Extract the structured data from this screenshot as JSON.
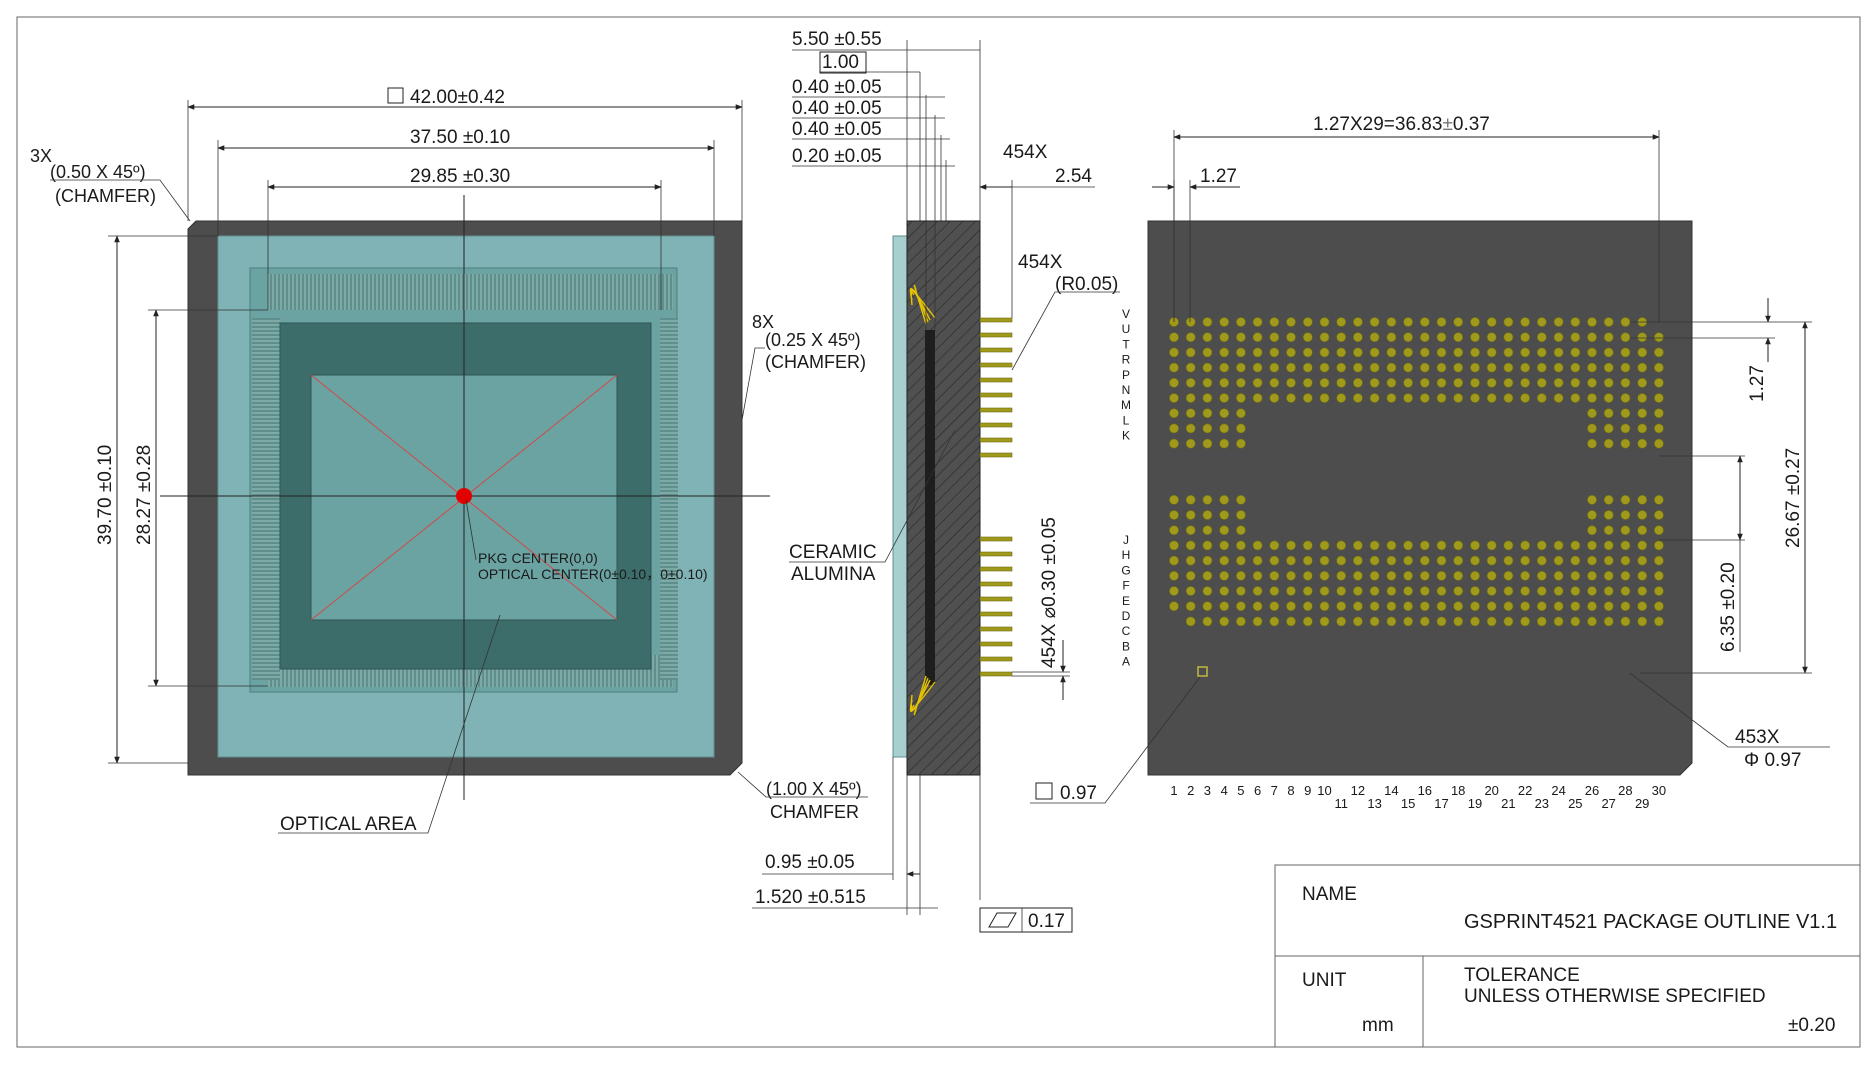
{
  "colors": {
    "package_body": "#4d4d4d",
    "glass": "#7fb3b5",
    "die": "#3d6d6b",
    "optical_area": "#6aa3a1",
    "pin_gold": "#a09a1c",
    "center_mark": "#e00000",
    "ceramic_hatch": "#3c3c3c"
  },
  "top_view": {
    "dim_overall": "42.00±0.42",
    "dim_glass": "37.50 ±0.10",
    "dim_optical": "29.85 ±0.30",
    "corner_chamfer_count": "3X",
    "corner_chamfer": "(0.50 X 45º)",
    "corner_chamfer_word": "(CHAMFER)",
    "side_chamfer_count": "8X",
    "side_chamfer": "(0.25 X 45º)",
    "side_chamfer_word": "(CHAMFER)",
    "bottom_chamfer": "(1.00 X 45º)",
    "bottom_chamfer_word": "CHAMFER",
    "dim_height": "39.70 ±0.10",
    "dim_optical_height": "28.27 ±0.28",
    "pkg_center": "PKG CENTER(0,0)",
    "optical_center": "OPTICAL CENTER(0±0.10，0±0.10)",
    "optical_area_label": "OPTICAL AREA"
  },
  "side_view": {
    "d1": "5.50 ±0.55",
    "d2": "1.00",
    "d3": "0.40 ±0.05",
    "d4": "0.40 ±0.05",
    "d5": "0.40 ±0.05",
    "d6": "0.20 ±0.05",
    "pin_count_a": "454X",
    "pin_length": "2.54",
    "pin_count_b": "454X",
    "pin_radius": "(R0.05)",
    "material_1": "CERAMIC",
    "material_2": "ALUMINA",
    "pin_diameter": "454X  ⌀0.30 ±0.05",
    "dim_glass_thk": "0.95 ±0.05",
    "dim_thk": "1.520 ±0.515",
    "flatness": "0.17"
  },
  "bottom_view": {
    "dim_pitch_total": "1.27X29=36.83",
    "dim_pitch_tol": "±",
    "dim_pitch_tol_val": "0.37",
    "dim_pitch": "1.27",
    "dim_row_pitch": "1.27",
    "dim_span": "26.67 ±0.27",
    "dim_gap": "6.35 ±0.20",
    "pad_count": "453X",
    "pad_diameter": "Φ 0.97",
    "square_pad": "0.97",
    "rows_upper": [
      "V",
      "U",
      "T",
      "R",
      "P",
      "N",
      "M",
      "L",
      "K"
    ],
    "rows_lower": [
      "J",
      "H",
      "G",
      "F",
      "E",
      "D",
      "C",
      "B",
      "A"
    ],
    "columns": [
      "1",
      "2",
      "3",
      "4",
      "5",
      "6",
      "7",
      "8",
      "9",
      "10",
      "11",
      "12",
      "13",
      "14",
      "15",
      "16",
      "17",
      "18",
      "19",
      "20",
      "21",
      "22",
      "23",
      "24",
      "25",
      "26",
      "27",
      "28",
      "29",
      "30"
    ]
  },
  "title_block": {
    "name_label": "NAME",
    "name_value": "GSPRINT4521 PACKAGE OUTLINE V1.1",
    "unit_label": "UNIT",
    "unit_value": "mm",
    "tolerance_line1": "TOLERANCE",
    "tolerance_line2": "UNLESS OTHERWISE SPECIFIED",
    "tolerance_value": "±0.20"
  }
}
